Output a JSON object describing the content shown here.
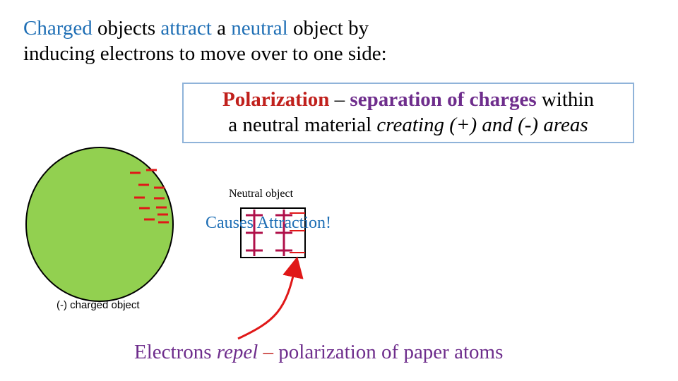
{
  "title": {
    "w1": "Charged",
    "w2": " objects ",
    "w3": "attract",
    "w4": " a ",
    "w5": "neutral",
    "w6": " object by",
    "line2": "inducing electrons to move over to one side:"
  },
  "definition": {
    "term": "Polarization",
    "dash": " – ",
    "phrase": "separation of charges",
    "rest1": " within",
    "line2_plain": "a neutral material ",
    "line2_italic": "creating (+) and (-) areas"
  },
  "labels": {
    "neutral_object": "Neutral object",
    "causes_attraction": "Causes Attraction!",
    "charged_object": "(-) charged object"
  },
  "bottom": {
    "p1": "Electrons ",
    "p2": "repel",
    "p3": " – ",
    "p4": "polarization of paper atoms"
  },
  "colors": {
    "sphere_fill": "#92d050",
    "charge_red": "#e01818",
    "paper_charge": "#b0104a",
    "arrow": "#e01818",
    "accent_blue": "#1f6fb5",
    "purple": "#6e2d8c"
  }
}
